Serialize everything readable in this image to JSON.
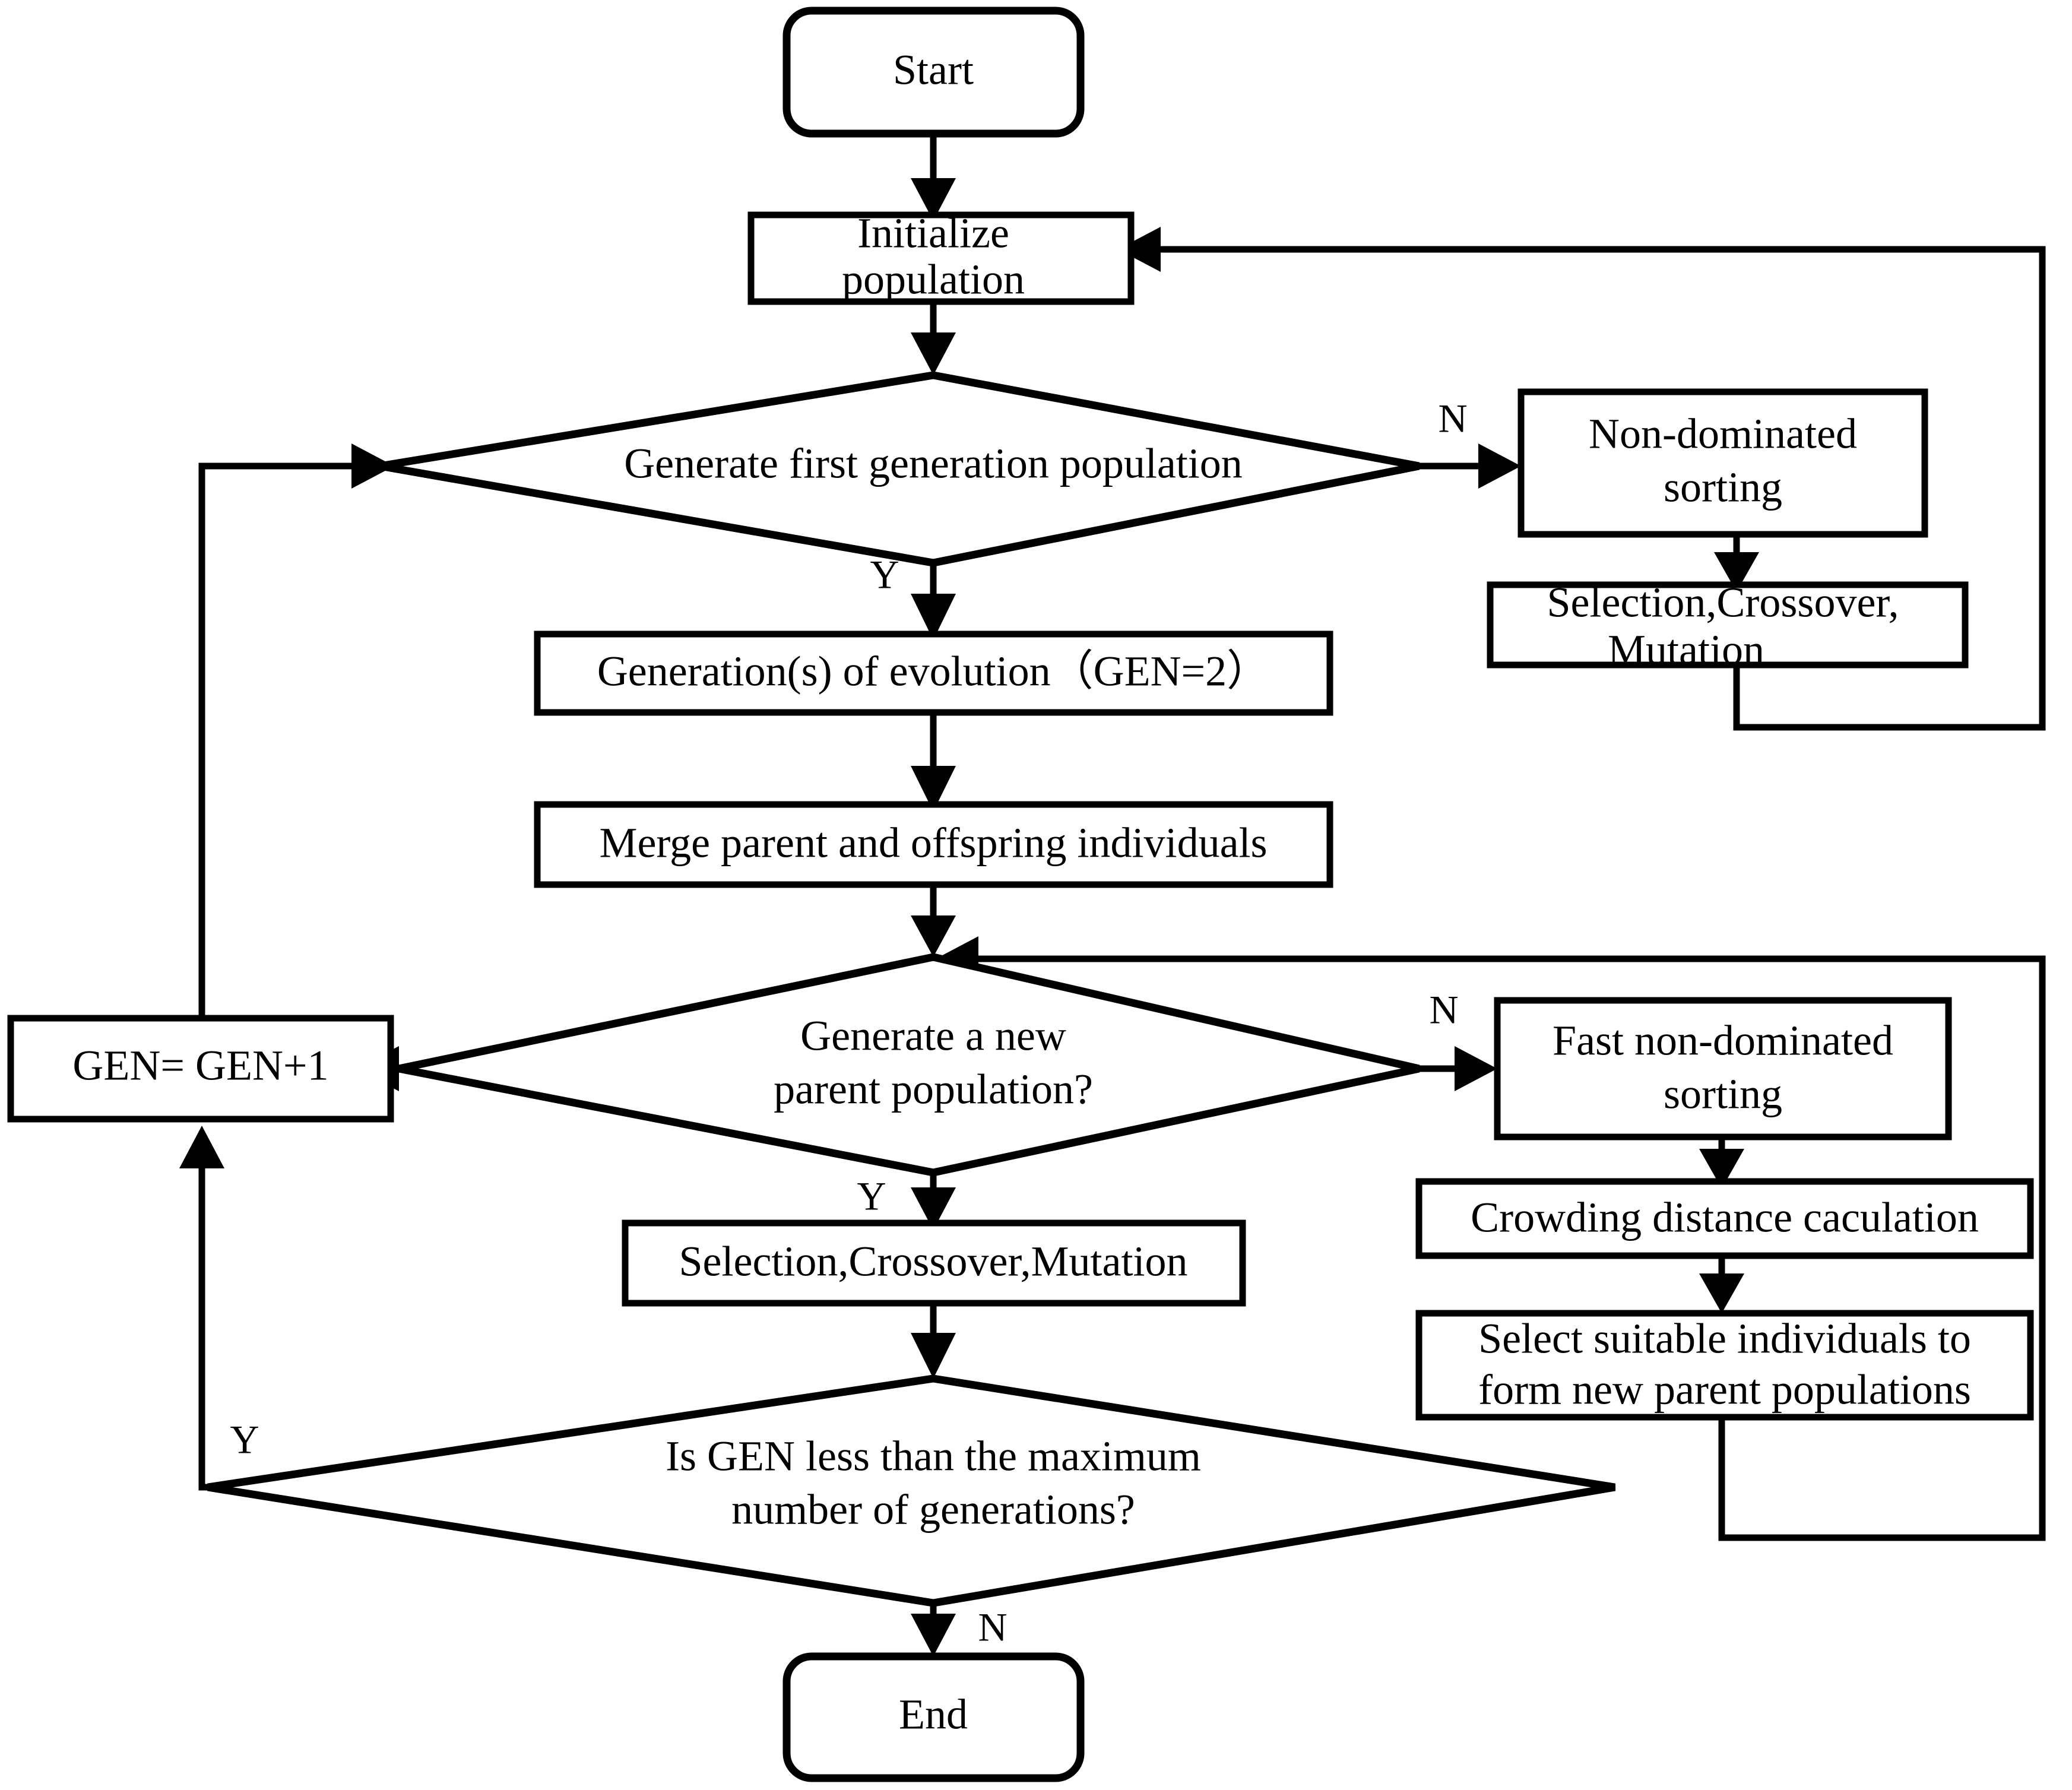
{
  "diagram": {
    "title": "NSGA-II genetic algorithm flowchart",
    "colors": {
      "stroke": "#000000",
      "fill": "#ffffff",
      "text": "#000000"
    },
    "nodes": {
      "start": {
        "label": "Start",
        "shape": "rounded-rectangle"
      },
      "initialize_population": {
        "label_line1": "Initialize",
        "label_line2": "population",
        "shape": "rectangle"
      },
      "generate_first_generation": {
        "label": "Generate first generation population",
        "shape": "diamond"
      },
      "non_dominated_sorting": {
        "label_line1": "Non-dominated",
        "label_line2": "sorting",
        "shape": "rectangle"
      },
      "selection_crossover_mutation_right": {
        "label_line1": "Selection,Crossover,",
        "label_line2": "Mutation",
        "shape": "rectangle"
      },
      "generations_of_evolution": {
        "label": "Generation(s) of evolution（GEN=2）",
        "shape": "rectangle"
      },
      "merge_parent_offspring": {
        "label": "Merge parent and offspring individuals",
        "shape": "rectangle"
      },
      "gen_increment": {
        "label": "GEN= GEN+1",
        "shape": "rectangle"
      },
      "generate_new_parent_population": {
        "label_line1": "Generate a new",
        "label_line2": "parent population?",
        "shape": "diamond"
      },
      "fast_non_dominated_sorting": {
        "label_line1": "Fast non-dominated",
        "label_line2": "sorting",
        "shape": "rectangle"
      },
      "crowding_distance": {
        "label": "Crowding distance caculation",
        "shape": "rectangle"
      },
      "select_suitable_individuals": {
        "label_line1": "Select suitable individuals to",
        "label_line2": "form new parent populations",
        "shape": "rectangle"
      },
      "selection_crossover_mutation_main": {
        "label": "Selection,Crossover,Mutation",
        "shape": "rectangle"
      },
      "is_gen_less_than_max": {
        "label_line1": "Is GEN less than the maximum",
        "label_line2": "number of generations?",
        "shape": "diamond"
      },
      "end": {
        "label": "End",
        "shape": "rounded-rectangle"
      }
    },
    "edge_labels": {
      "first_gen_no": "N",
      "first_gen_yes": "Y",
      "new_parent_no": "N",
      "new_parent_yes": "Y",
      "max_gen_yes": "Y",
      "max_gen_no": "N"
    }
  }
}
